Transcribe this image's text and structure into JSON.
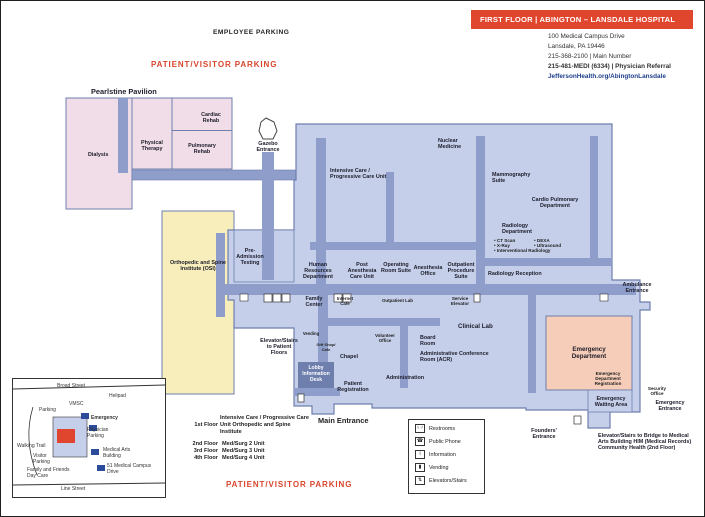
{
  "header": {
    "title": "FIRST FLOOR | ABINGTON – LANSDALE HOSPITAL",
    "address_lines": [
      "100 Medical Campus Drive",
      "Lansdale, PA 19446",
      "215-368-2100 | Main Number",
      "215-481-MEDI (6334) | Physician Referral",
      "JeffersonHealth.org/AbingtonLansdale"
    ]
  },
  "parking": {
    "employee": "EMPLOYEE PARKING",
    "patient_top": "PATIENT/VISITOR PARKING",
    "patient_bottom": "PATIENT/VISITOR PARKING"
  },
  "rooms": {
    "pearlstine": "Pearlstine Pavilion",
    "dialysis": "Dialysis",
    "physical_therapy": "Physical Therapy",
    "cardiac_rehab": "Cardiac Rehab",
    "pulmonary_rehab": "Pulmonary Rehab",
    "gazebo": "Gazebo Entrance",
    "icu": "Intensive Care / Progressive Care Unit",
    "nuclear": "Nuclear Medicine",
    "mammography": "Mammography Suite",
    "cardio_pulm": "Cardio Pulmonary Department",
    "radiology": "Radiology Department",
    "radiology_items": [
      "• CT Scan",
      "• X-Ray",
      "• Interventional Radiology",
      "• DEXA",
      "• Ultrasound"
    ],
    "radiology_reception": "Radiology Reception",
    "osi": "Orthopedic and Spine Institute (OSI)",
    "pre_admission": "Pre-Admission Testing",
    "hr": "Human Resources Department",
    "post_anesthesia": "Post Anesthesia Care Unit",
    "operating": "Operating Room Suite",
    "anesthesia_office": "Anesthesia Office",
    "outpatient_suite": "Outpatient Procedure Suite",
    "family_center": "Family Center",
    "internet_cafe": "Internet Cafe",
    "outpatient_lab": "Outpatient Lab",
    "service_elevator": "Service Elevator",
    "ambulance": "Ambulance Entrance",
    "clinical_lab": "Clinical Lab",
    "volunteer": "Volunteer Office",
    "board_room": "Board Room",
    "admin_conf": "Administrative Conference Room (ACR)",
    "administration": "Administration",
    "chapel": "Chapel",
    "vending": "Vending",
    "gift_shop": "Gift Shop/ Cafe",
    "lobby_info": "Lobby Information Desk",
    "patient_reg": "Patient Registration",
    "main_entrance": "Main Entrance",
    "elevators_patient": "Elevator/Stairs to Patient Floors",
    "emergency_dept": "Emergency Department",
    "emergency_reg": "Emergency Department Registration",
    "emergency_waiting": "Emergency Waiting Area",
    "security": "Security Office",
    "emergency_entrance": "Emergency Entrance",
    "founders": "Founders' Entrance",
    "bridge": "Elevator/Stairs to Bridge to Medical Arts Building HIM (Medical Records) Community Health (2nd Floor)"
  },
  "floors": [
    {
      "floor": "1st Floor",
      "desc": "Intensive Care / Progressive Care Unit Orthopedic and Spine Institute"
    },
    {
      "floor": "2nd Floor",
      "desc": "Med/Surg 2 Unit"
    },
    {
      "floor": "3rd Floor",
      "desc": "Med/Surg 3 Unit"
    },
    {
      "floor": "4th Floor",
      "desc": "Med/Surg 4 Unit"
    }
  ],
  "legend": [
    {
      "icon": "restrooms-icon",
      "glyph": "♀♂",
      "label": "Restrooms"
    },
    {
      "icon": "phone-icon",
      "glyph": "☎",
      "label": "Public Phone"
    },
    {
      "icon": "info-icon",
      "glyph": "i",
      "label": "Information"
    },
    {
      "icon": "vending-icon",
      "glyph": "▮",
      "label": "Vending"
    },
    {
      "icon": "elevator-icon",
      "glyph": "⇅",
      "label": "Elevators/Stairs"
    }
  ],
  "inset": {
    "broad_street": "Broad Street",
    "helipad": "Helipad",
    "parking": "Parking",
    "vmsc": "VMSC",
    "emergency": "Emergency",
    "physician_parking": "Physician Parking",
    "walking_trail": "Walking Trail",
    "visitor_parking": "Visitor Parking",
    "family_daycare": "Family and Friends Day Care",
    "med_arts": "Medical Arts Building",
    "campus_drive": "51 Medical Campus Drive",
    "line_street": "Line Street"
  },
  "colors": {
    "building": "#c5cfea",
    "outline": "#6e7fae",
    "corridor": "#8e9dca",
    "pink": "#f0dde8",
    "yellow": "#f7eebc",
    "salmon": "#f6cdb8",
    "accent": "#e0452e"
  }
}
